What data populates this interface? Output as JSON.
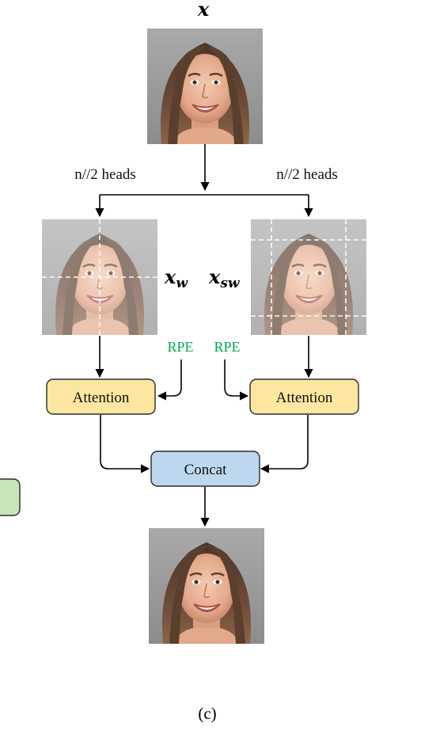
{
  "input": {
    "symbol": "x"
  },
  "branches": {
    "left_heads": "n//2 heads",
    "right_heads": "n//2 heads",
    "left_symbol": "x",
    "left_subscript": "w",
    "right_symbol": "x",
    "right_subscript": "sw",
    "left_rpe": "RPE",
    "right_rpe": "RPE",
    "left_attention": "Attention",
    "right_attention": "Attention"
  },
  "merge": {
    "concat": "Concat"
  },
  "caption": "(c)",
  "colors": {
    "attention_fill": "#FDE6A0",
    "attention_stroke": "#2b2b2b",
    "concat_fill": "#BDD7EE",
    "concat_stroke": "#2b2b2b",
    "rpe_text": "#00A651",
    "side_box_fill": "#C9E4B9",
    "side_box_stroke": "#2b2b2b"
  }
}
